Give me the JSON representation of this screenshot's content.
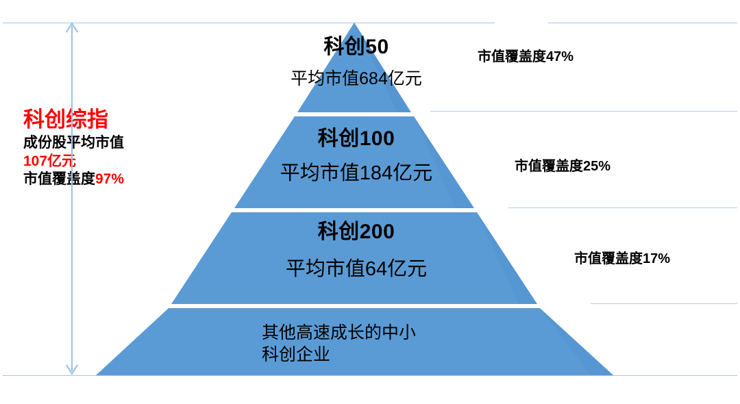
{
  "diagram": {
    "type": "pyramid",
    "title_color": "#FF0000",
    "fill_color": "#5B9BD5",
    "guide_color": "#9DC3E6",
    "left_annotation": {
      "heading": "科创综指",
      "line1": "成份股平均市值",
      "line2_value": "107亿元",
      "line3_prefix": "市值覆盖度",
      "line3_value": "97%"
    },
    "tiers": [
      {
        "name": "科创50",
        "subtitle": "平均市值684亿元",
        "avg_market_cap": "684亿元",
        "coverage_label": "市值覆盖度47%",
        "coverage": "47%"
      },
      {
        "name": "科创100",
        "subtitle": "平均市值184亿元",
        "avg_market_cap": "184亿元",
        "coverage_label": "市值覆盖度25%",
        "coverage": "25%"
      },
      {
        "name": "科创200",
        "subtitle": "平均市值64亿元",
        "avg_market_cap": "64亿元",
        "coverage_label": "市值覆盖度17%",
        "coverage": "17%"
      },
      {
        "name_line1": "其他高速成长的中小",
        "name_line2": "科创企业",
        "subtitle": "",
        "coverage_label": "",
        "coverage": ""
      }
    ]
  }
}
